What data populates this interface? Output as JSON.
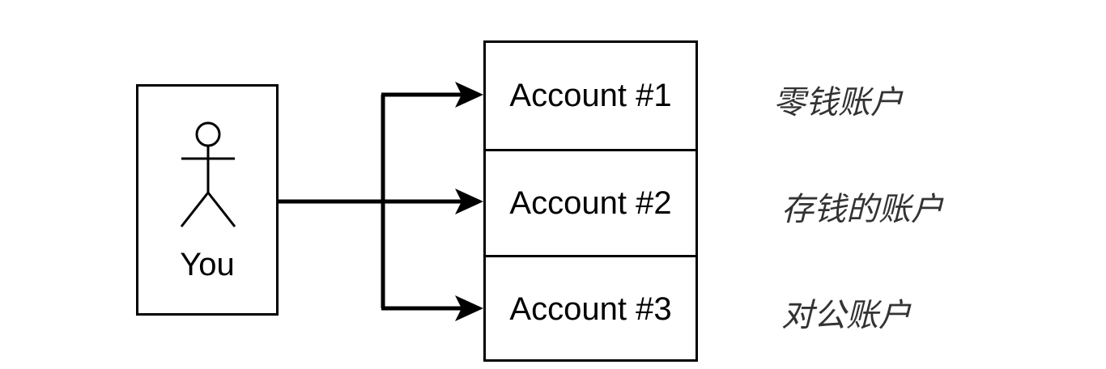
{
  "user": {
    "label": "You",
    "icon": "stick-figure-icon"
  },
  "accounts": [
    {
      "label": "Account #1",
      "note": "零钱账户"
    },
    {
      "label": "Account #2",
      "note": "存钱的账户"
    },
    {
      "label": "Account #3",
      "note": "对公账户"
    }
  ],
  "colors": {
    "line": "#000000",
    "note_text": "#333333"
  }
}
